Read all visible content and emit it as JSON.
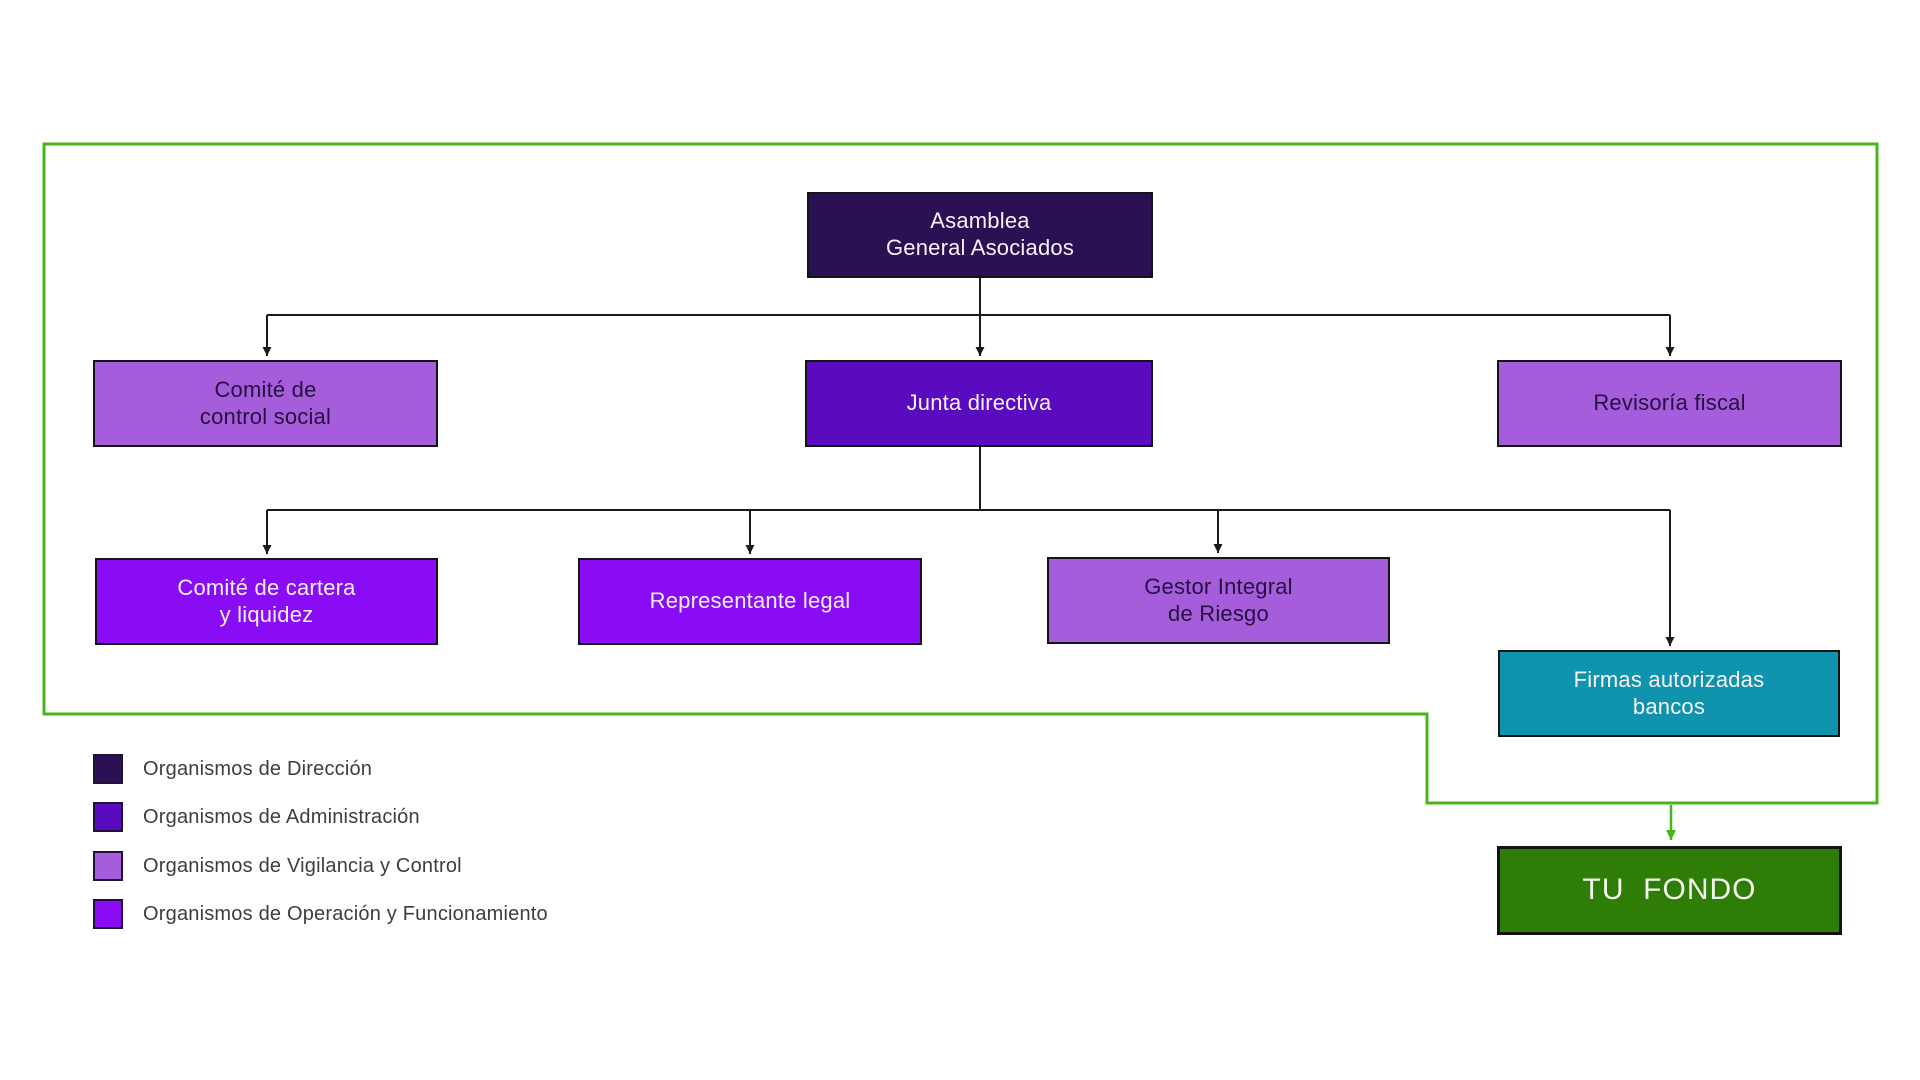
{
  "colors": {
    "direccion": "#2b1053",
    "administracion": "#5a0bc0",
    "vigilancia": "#a55ddb",
    "operacion": "#8a0cf5",
    "bancos_teal": "#1093ac",
    "fondo_green": "#2e7d07",
    "frame_green": "#47b41e",
    "connector_black": "#1a1a1a"
  },
  "nodes": {
    "asamblea": {
      "label": "Asamblea\nGeneral Asociados"
    },
    "comite_control": {
      "label": "Comité de\ncontrol social"
    },
    "junta": {
      "label": "Junta directiva"
    },
    "revisoria": {
      "label": "Revisoría fiscal"
    },
    "cartera": {
      "label": "Comité de cartera\ny liquidez"
    },
    "representante": {
      "label": "Representante legal"
    },
    "gestor": {
      "label": "Gestor Integral\nde Riesgo"
    },
    "firmas": {
      "label": "Firmas autorizadas\nbancos"
    },
    "tu_fondo": {
      "label": "TU  FONDO"
    }
  },
  "legend": {
    "items": [
      {
        "label": "Organismos de Dirección",
        "color": "#2b1053"
      },
      {
        "label": "Organismos de Administración",
        "color": "#5a0bc0"
      },
      {
        "label": "Organismos de Vigilancia y Control",
        "color": "#a55ddb"
      },
      {
        "label": "Organismos de Operación y Funcionamiento",
        "color": "#8a0cf5"
      }
    ]
  }
}
